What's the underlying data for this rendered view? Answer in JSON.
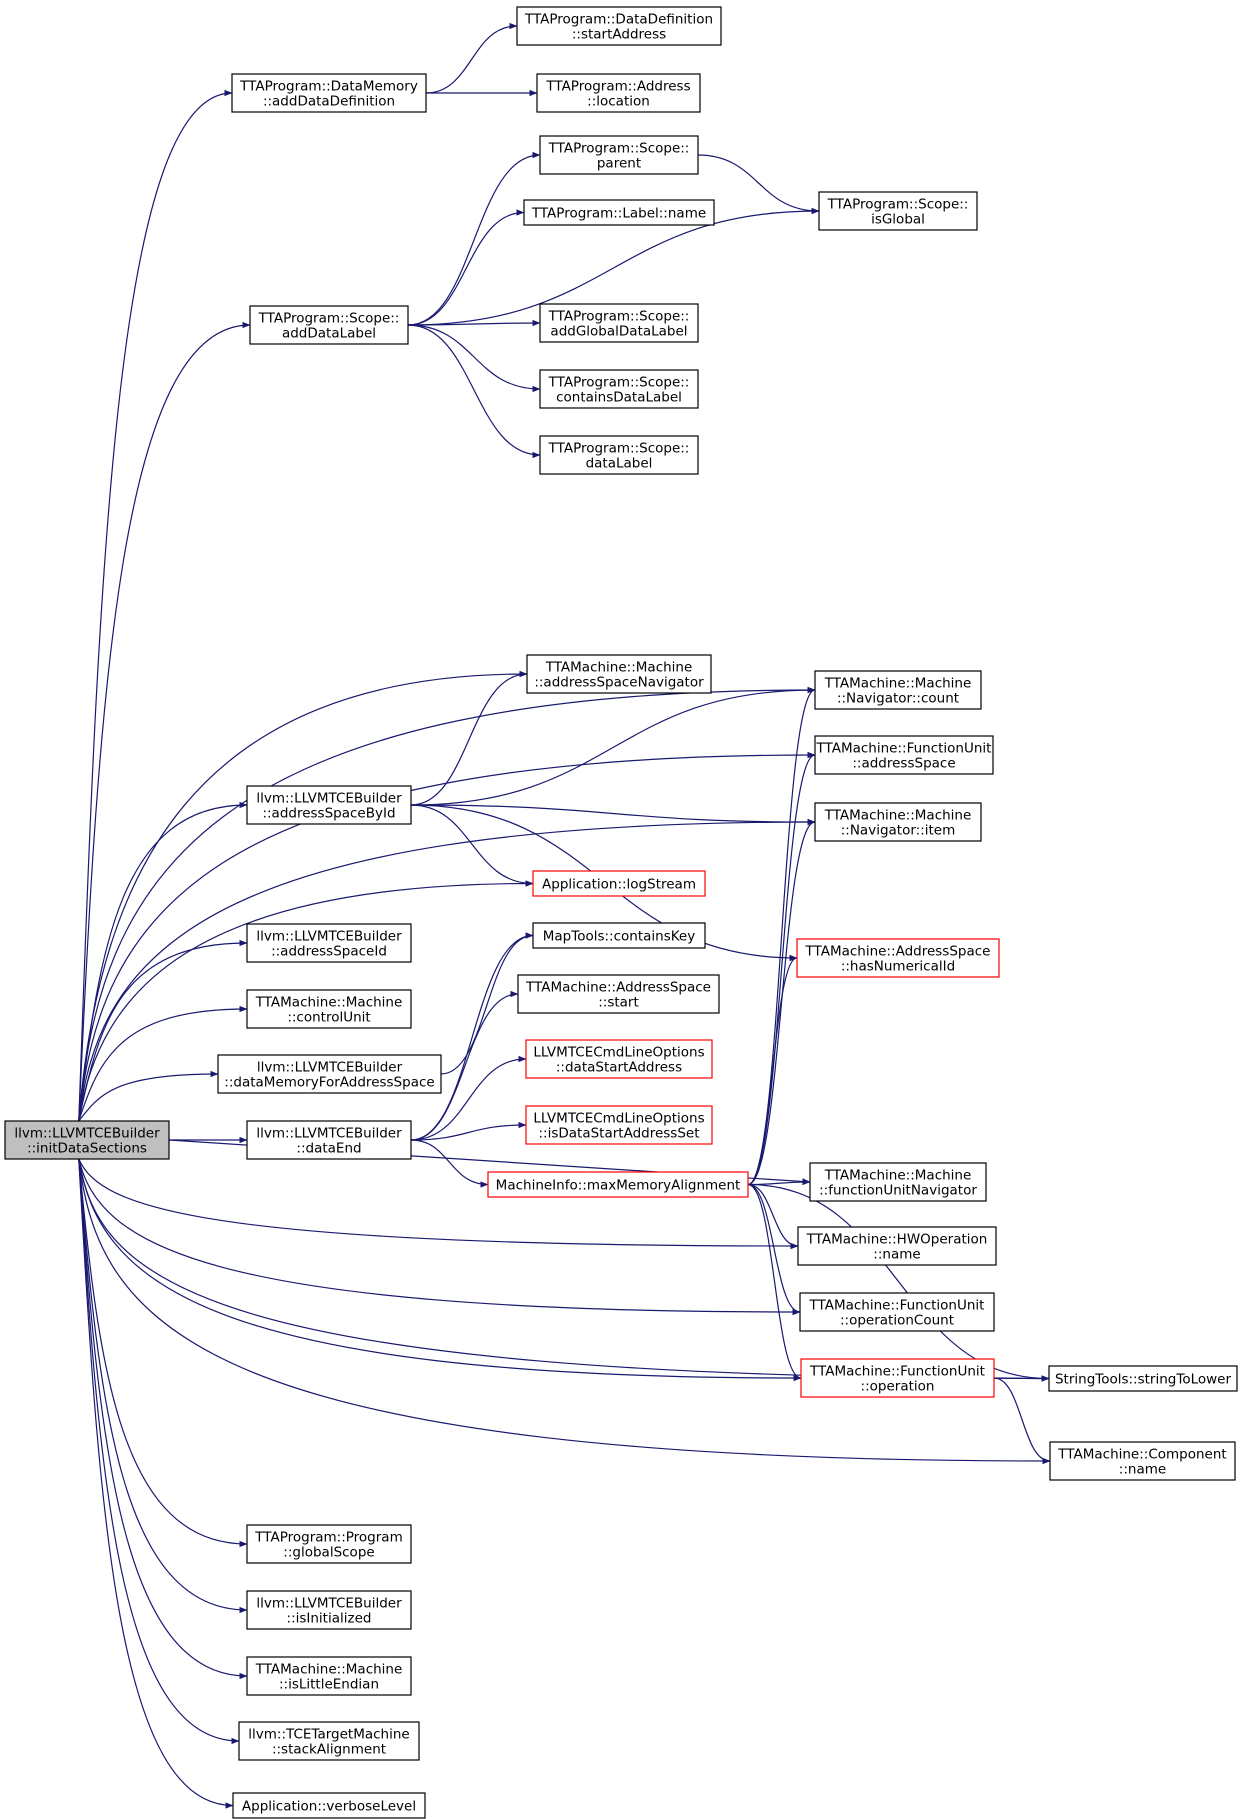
{
  "diagram": {
    "colors": {
      "edge": "#191970",
      "node_border": "#000000",
      "node_border_incomplete": "#ff0000",
      "root_fill": "#bfbfbf"
    },
    "nodes": [
      {
        "id": "initDataSections",
        "lines": [
          "llvm::LLVMTCEBuilder",
          "::initDataSections"
        ],
        "style": "root"
      },
      {
        "id": "dm_addDataDef",
        "lines": [
          "TTAProgram::DataMemory",
          "::addDataDefinition"
        ],
        "style": "normal"
      },
      {
        "id": "dd_startAddress",
        "lines": [
          "TTAProgram::DataDefinition",
          "::startAddress"
        ],
        "style": "normal"
      },
      {
        "id": "addr_location",
        "lines": [
          "TTAProgram::Address",
          "::location"
        ],
        "style": "normal"
      },
      {
        "id": "scope_parent",
        "lines": [
          "TTAProgram::Scope::",
          "parent"
        ],
        "style": "normal"
      },
      {
        "id": "label_name",
        "lines": [
          "TTAProgram::Label::name"
        ],
        "style": "normal"
      },
      {
        "id": "scope_isGlobal",
        "lines": [
          "TTAProgram::Scope::",
          "isGlobal"
        ],
        "style": "normal"
      },
      {
        "id": "scope_addDataLabel",
        "lines": [
          "TTAProgram::Scope::",
          "addDataLabel"
        ],
        "style": "normal"
      },
      {
        "id": "scope_addGlobalDataLabel",
        "lines": [
          "TTAProgram::Scope::",
          "addGlobalDataLabel"
        ],
        "style": "normal"
      },
      {
        "id": "scope_containsDataLabel",
        "lines": [
          "TTAProgram::Scope::",
          "containsDataLabel"
        ],
        "style": "normal"
      },
      {
        "id": "scope_dataLabel",
        "lines": [
          "TTAProgram::Scope::",
          "dataLabel"
        ],
        "style": "normal"
      },
      {
        "id": "m_asNavigator",
        "lines": [
          "TTAMachine::Machine",
          "::addressSpaceNavigator"
        ],
        "style": "normal"
      },
      {
        "id": "nav_count",
        "lines": [
          "TTAMachine::Machine",
          "::Navigator::count"
        ],
        "style": "normal"
      },
      {
        "id": "fu_addressSpace",
        "lines": [
          "TTAMachine::FunctionUnit",
          "::addressSpace"
        ],
        "style": "normal"
      },
      {
        "id": "b_addressSpaceById",
        "lines": [
          "llvm::LLVMTCEBuilder",
          "::addressSpaceById"
        ],
        "style": "normal"
      },
      {
        "id": "nav_item",
        "lines": [
          "TTAMachine::Machine",
          "::Navigator::item"
        ],
        "style": "normal"
      },
      {
        "id": "app_logStream",
        "lines": [
          "Application::logStream"
        ],
        "style": "red"
      },
      {
        "id": "b_addressSpaceId",
        "lines": [
          "llvm::LLVMTCEBuilder",
          "::addressSpaceId"
        ],
        "style": "normal"
      },
      {
        "id": "map_containsKey",
        "lines": [
          "MapTools::containsKey"
        ],
        "style": "normal"
      },
      {
        "id": "as_hasNumericalId",
        "lines": [
          "TTAMachine::AddressSpace",
          "::hasNumericalId"
        ],
        "style": "red"
      },
      {
        "id": "m_controlUnit",
        "lines": [
          "TTAMachine::Machine",
          "::controlUnit"
        ],
        "style": "normal"
      },
      {
        "id": "as_start",
        "lines": [
          "TTAMachine::AddressSpace",
          "::start"
        ],
        "style": "normal"
      },
      {
        "id": "b_dataMemForAS",
        "lines": [
          "llvm::LLVMTCEBuilder",
          "::dataMemoryForAddressSpace"
        ],
        "style": "normal"
      },
      {
        "id": "opt_dataStartAddress",
        "lines": [
          "LLVMTCECmdLineOptions",
          "::dataStartAddress"
        ],
        "style": "red"
      },
      {
        "id": "b_dataEnd",
        "lines": [
          "llvm::LLVMTCEBuilder",
          "::dataEnd"
        ],
        "style": "normal"
      },
      {
        "id": "opt_isDataStartAddressSet",
        "lines": [
          "LLVMTCECmdLineOptions",
          "::isDataStartAddressSet"
        ],
        "style": "red"
      },
      {
        "id": "mi_maxMemAlign",
        "lines": [
          "MachineInfo::maxMemoryAlignment"
        ],
        "style": "red"
      },
      {
        "id": "m_fuNavigator",
        "lines": [
          "TTAMachine::Machine",
          "::functionUnitNavigator"
        ],
        "style": "normal"
      },
      {
        "id": "hwop_name",
        "lines": [
          "TTAMachine::HWOperation",
          "::name"
        ],
        "style": "normal"
      },
      {
        "id": "fu_operationCount",
        "lines": [
          "TTAMachine::FunctionUnit",
          "::operationCount"
        ],
        "style": "normal"
      },
      {
        "id": "fu_operation",
        "lines": [
          "TTAMachine::FunctionUnit",
          "::operation"
        ],
        "style": "red"
      },
      {
        "id": "st_stringToLower",
        "lines": [
          "StringTools::stringToLower"
        ],
        "style": "normal"
      },
      {
        "id": "comp_name",
        "lines": [
          "TTAMachine::Component",
          "::name"
        ],
        "style": "normal"
      },
      {
        "id": "prog_globalScope",
        "lines": [
          "TTAProgram::Program",
          "::globalScope"
        ],
        "style": "normal"
      },
      {
        "id": "b_isInitialized",
        "lines": [
          "llvm::LLVMTCEBuilder",
          "::isInitialized"
        ],
        "style": "normal"
      },
      {
        "id": "m_isLittleEndian",
        "lines": [
          "TTAMachine::Machine",
          "::isLittleEndian"
        ],
        "style": "normal"
      },
      {
        "id": "tm_stackAlignment",
        "lines": [
          "llvm::TCETargetMachine",
          "::stackAlignment"
        ],
        "style": "normal"
      },
      {
        "id": "app_verboseLevel",
        "lines": [
          "Application::verboseLevel"
        ],
        "style": "normal"
      }
    ],
    "edges": [
      [
        "initDataSections",
        "dm_addDataDef"
      ],
      [
        "initDataSections",
        "scope_addDataLabel"
      ],
      [
        "initDataSections",
        "nav_count"
      ],
      [
        "initDataSections",
        "fu_addressSpace"
      ],
      [
        "initDataSections",
        "nav_item"
      ],
      [
        "initDataSections",
        "m_asNavigator"
      ],
      [
        "initDataSections",
        "b_addressSpaceById"
      ],
      [
        "initDataSections",
        "app_logStream"
      ],
      [
        "initDataSections",
        "b_addressSpaceId"
      ],
      [
        "initDataSections",
        "m_controlUnit"
      ],
      [
        "initDataSections",
        "b_dataMemForAS"
      ],
      [
        "initDataSections",
        "b_dataEnd"
      ],
      [
        "initDataSections",
        "m_fuNavigator"
      ],
      [
        "initDataSections",
        "hwop_name"
      ],
      [
        "initDataSections",
        "fu_operationCount"
      ],
      [
        "initDataSections",
        "fu_operation"
      ],
      [
        "initDataSections",
        "st_stringToLower"
      ],
      [
        "initDataSections",
        "comp_name"
      ],
      [
        "initDataSections",
        "prog_globalScope"
      ],
      [
        "initDataSections",
        "b_isInitialized"
      ],
      [
        "initDataSections",
        "m_isLittleEndian"
      ],
      [
        "initDataSections",
        "tm_stackAlignment"
      ],
      [
        "initDataSections",
        "app_verboseLevel"
      ],
      [
        "dm_addDataDef",
        "dd_startAddress"
      ],
      [
        "dm_addDataDef",
        "addr_location"
      ],
      [
        "scope_addDataLabel",
        "scope_parent"
      ],
      [
        "scope_addDataLabel",
        "label_name"
      ],
      [
        "scope_addDataLabel",
        "scope_isGlobal"
      ],
      [
        "scope_addDataLabel",
        "scope_addGlobalDataLabel"
      ],
      [
        "scope_addDataLabel",
        "scope_containsDataLabel"
      ],
      [
        "scope_addDataLabel",
        "scope_dataLabel"
      ],
      [
        "scope_parent",
        "scope_isGlobal"
      ],
      [
        "b_addressSpaceById",
        "m_asNavigator"
      ],
      [
        "b_addressSpaceById",
        "nav_count"
      ],
      [
        "b_addressSpaceById",
        "nav_item"
      ],
      [
        "b_addressSpaceById",
        "app_logStream"
      ],
      [
        "b_addressSpaceById",
        "as_hasNumericalId"
      ],
      [
        "b_dataMemForAS",
        "map_containsKey"
      ],
      [
        "b_dataEnd",
        "map_containsKey"
      ],
      [
        "b_dataEnd",
        "as_start"
      ],
      [
        "b_dataEnd",
        "opt_dataStartAddress"
      ],
      [
        "b_dataEnd",
        "opt_isDataStartAddressSet"
      ],
      [
        "b_dataEnd",
        "mi_maxMemAlign"
      ],
      [
        "mi_maxMemAlign",
        "nav_count"
      ],
      [
        "mi_maxMemAlign",
        "fu_addressSpace"
      ],
      [
        "mi_maxMemAlign",
        "nav_item"
      ],
      [
        "mi_maxMemAlign",
        "as_hasNumericalId"
      ],
      [
        "mi_maxMemAlign",
        "m_fuNavigator"
      ],
      [
        "mi_maxMemAlign",
        "hwop_name"
      ],
      [
        "mi_maxMemAlign",
        "fu_operationCount"
      ],
      [
        "mi_maxMemAlign",
        "fu_operation"
      ],
      [
        "mi_maxMemAlign",
        "st_stringToLower"
      ],
      [
        "fu_operation",
        "st_stringToLower"
      ],
      [
        "fu_operation",
        "comp_name"
      ]
    ]
  }
}
